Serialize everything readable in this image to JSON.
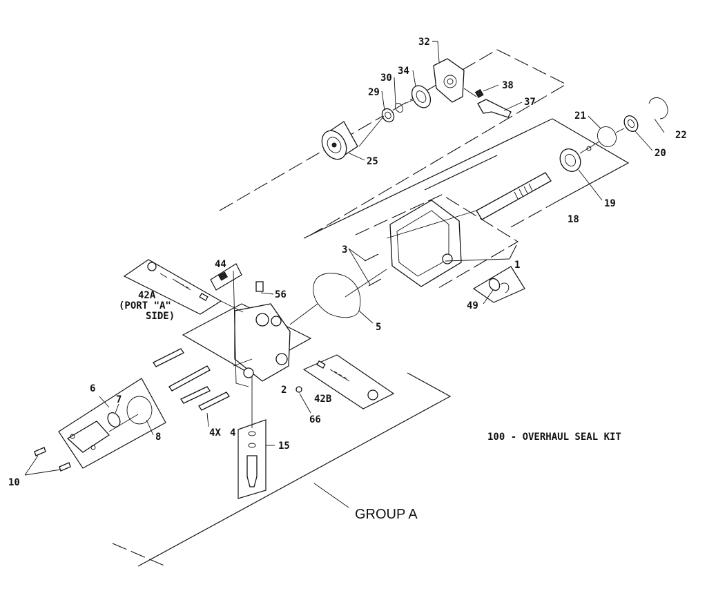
{
  "labels": {
    "l32": "32",
    "l30": "30",
    "l34": "34",
    "l38": "38",
    "l29": "29",
    "l37": "37",
    "l21": "21",
    "l22": "22",
    "l20": "20",
    "l25": "25",
    "l19": "19",
    "l18": "18",
    "l3": "3",
    "l1": "1",
    "l44": "44",
    "l56": "56",
    "l42a": "42A",
    "l42a_line2": "(PORT \"A\"",
    "l42a_line3": "SIDE)",
    "l5": "5",
    "l49": "49",
    "l6": "6",
    "l7": "7",
    "l2": "2",
    "l42b": "42B",
    "l66": "66",
    "l8": "8",
    "l4x": "4X",
    "l4": "4",
    "l15": "15",
    "l10": "10"
  },
  "kit_note": "100 - OVERHAUL SEAL KIT",
  "group_label": "GROUP A"
}
